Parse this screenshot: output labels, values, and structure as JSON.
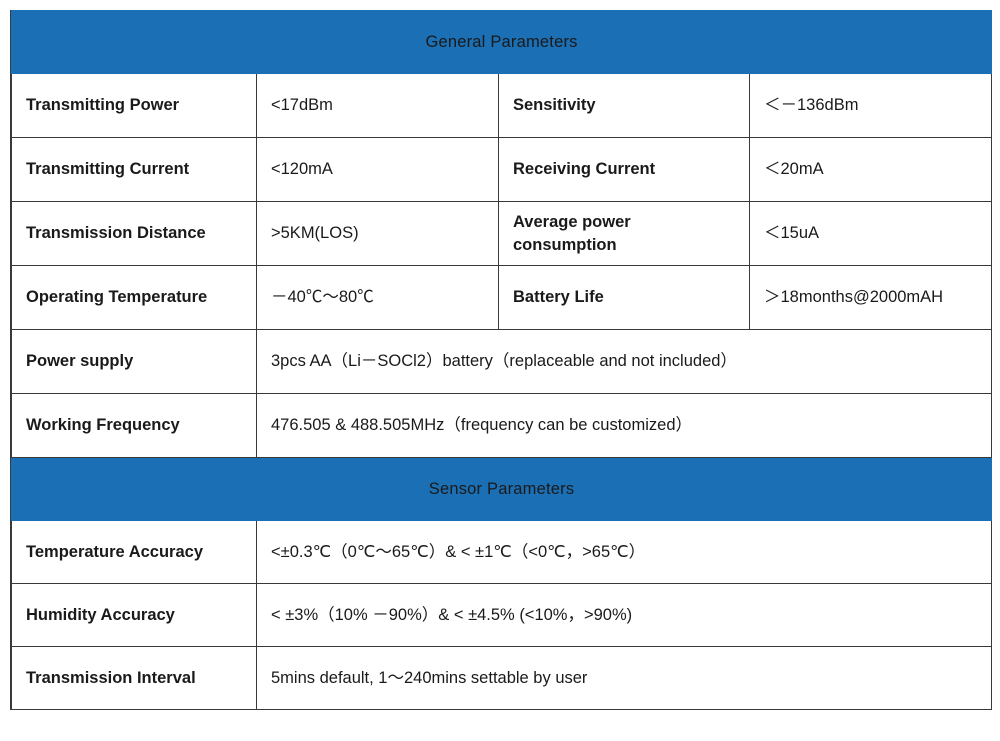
{
  "sections": [
    {
      "id": "general",
      "title": "General Parameters",
      "accent": "#1b6fb4",
      "rows": [
        {
          "type": "quad",
          "label_left": "Transmitting Power",
          "value_left": "<17dBm",
          "label_right": "Sensitivity",
          "value_right": "＜－136dBm"
        },
        {
          "type": "quad",
          "label_left": "Transmitting Current",
          "value_left": "<120mA",
          "label_right": "Receiving Current",
          "value_right": "＜20mA"
        },
        {
          "type": "quad",
          "label_left": "Transmission Distance",
          "value_left": ">5KM(LOS)",
          "label_right": "Average power consumption",
          "value_right": "＜15uA"
        },
        {
          "type": "quad",
          "label_left": "Operating Temperature",
          "value_left": "－40℃～80℃",
          "label_right": "Battery Life",
          "value_right": "＞18months@2000mAH"
        },
        {
          "type": "wide",
          "label": "Power supply",
          "value": "3pcs  AA（Li－SOCl2）battery（replaceable and not included）"
        },
        {
          "type": "wide",
          "label": "Working Frequency",
          "value": "476.505 & 488.505MHz（frequency can be customized）"
        }
      ]
    },
    {
      "id": "sensor",
      "title": "Sensor Parameters",
      "accent": "#1b6fb4",
      "rows": [
        {
          "type": "wide",
          "label": "Temperature Accuracy",
          "value": "<±0.3℃（0℃～65℃）& < ±1℃（<0℃，>65℃）"
        },
        {
          "type": "wide",
          "label": "Humidity Accuracy",
          "value": "< ±3%（10% －90%）& < ±4.5% (<10%，>90%)"
        },
        {
          "type": "wide",
          "label": "Transmission Interval",
          "value": "5mins default, 1～240mins settable by user"
        }
      ]
    }
  ]
}
